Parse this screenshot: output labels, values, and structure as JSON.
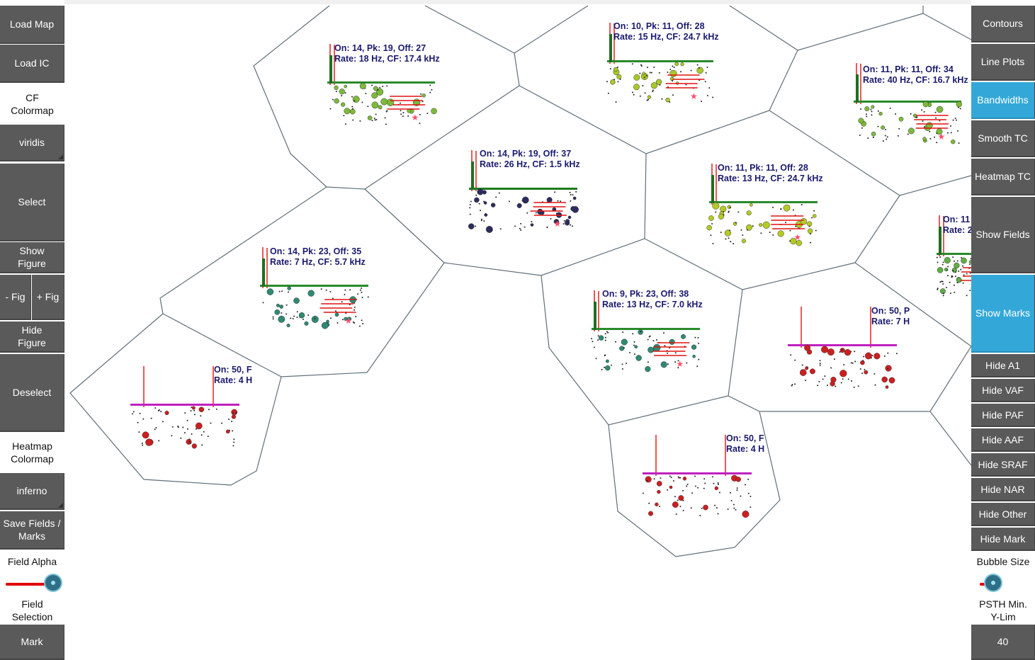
{
  "left_panel": {
    "load_map": "Load Map",
    "load_ic": "Load IC",
    "cf_colormap_label": "CF\nColormap",
    "cf_colormap_value": "viridis",
    "select": "Select",
    "show_figure": "Show\nFigure",
    "minus_fig": "- Fig",
    "plus_fig": "+ Fig",
    "hide_figure": "Hide\nFigure",
    "deselect": "Deselect",
    "heatmap_colormap_label": "Heatmap\nColormap",
    "heatmap_colormap_value": "inferno",
    "save_fields_marks": "Save Fields /\nMarks",
    "field_alpha_label": "Field Alpha",
    "field_alpha_value": 0.9,
    "field_selection_label": "Field\nSelection",
    "mark": "Mark"
  },
  "right_panel": {
    "contours": "Contours",
    "line_plots": "Line Plots",
    "bandwidths": "Bandwidths",
    "smooth_tc": "Smooth TC",
    "heatmap_tc": "Heatmap TC",
    "show_fields": "Show Fields",
    "show_marks": "Show Marks",
    "hide_a1": "Hide A1",
    "hide_vaf": "Hide VAF",
    "hide_paf": "Hide PAF",
    "hide_aaf": "Hide AAF",
    "hide_sraf": "Hide SRAF",
    "hide_nar": "Hide NAR",
    "hide_other": "Hide Other",
    "hide_mark": "Hide Mark",
    "bubble_size_label": "Bubble Size",
    "bubble_size_value": 0.1,
    "psth_min_ylim_label": "PSTH Min.\nY-Lim",
    "psth_min_ylim_value": "40"
  },
  "active_toggles": [
    "bandwidths",
    "show_marks"
  ],
  "colors": {
    "button": "#5a5a5a",
    "button_active": "#33a8d8",
    "slider_track": "#e00000",
    "text_dark_blue": "#1a1a6e"
  },
  "cells": [
    {
      "line1": "On: 14, Pk: 19, Off: 27",
      "line2": "Rate: 18 Hz, CF: 17.4 kHz",
      "color": "#7dba3a"
    },
    {
      "line1": "On: 10, Pk: 11, Off: 28",
      "line2": "Rate: 15 Hz, CF: 24.7 kHz",
      "color": "#a9c926"
    },
    {
      "line1": "On: 11, Pk: 11, Off: 34",
      "line2": "Rate: 40 Hz, CF: 16.7 kHz",
      "color": "#7dba3a"
    },
    {
      "line1": "On: 14, Pk: 19, Off: 37",
      "line2": "Rate: 26 Hz, CF: 1.5 kHz",
      "color": "#2b2d5e"
    },
    {
      "line1": "On: 11, Pk: 11, Off: 28",
      "line2": "Rate: 13 Hz, CF: 24.7 kHz",
      "color": "#b5cb22"
    },
    {
      "line1": "On: 11",
      "line2": "Rate: 2",
      "color": "#5fae45"
    },
    {
      "line1": "On: 14, Pk: 23, Off: 35",
      "line2": "Rate: 7 Hz, CF: 5.7 kHz",
      "color": "#2e8a73"
    },
    {
      "line1": "On: 9, Pk: 23, Off: 38",
      "line2": "Rate: 13 Hz, CF: 7.0 kHz",
      "color": "#2e8a73"
    },
    {
      "line1": "On: 50, P",
      "line2": "Rate: 7 H",
      "color": "#cc1f1f"
    },
    {
      "line1": "On: 50, F",
      "line2": "Rate: 4 H",
      "color": "#cc1f1f"
    },
    {
      "line1": "On: 50, F",
      "line2": "Rate: 4 H",
      "color": "#cc1f1f"
    }
  ]
}
